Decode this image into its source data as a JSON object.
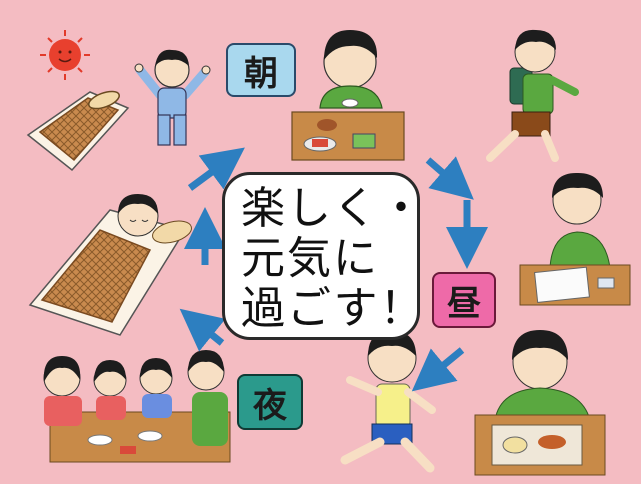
{
  "labels": {
    "morning": "朝",
    "noon": "昼",
    "night": "夜"
  },
  "center_text": {
    "line1": "楽しく・",
    "line2": "元気に",
    "line3": "過ごす！"
  },
  "colors": {
    "background": "#f4bcc2",
    "morning_label": "#a9d8ee",
    "noon_label": "#ee6aa8",
    "night_label": "#2b9a8c",
    "arrow": "#2d7fc0"
  }
}
